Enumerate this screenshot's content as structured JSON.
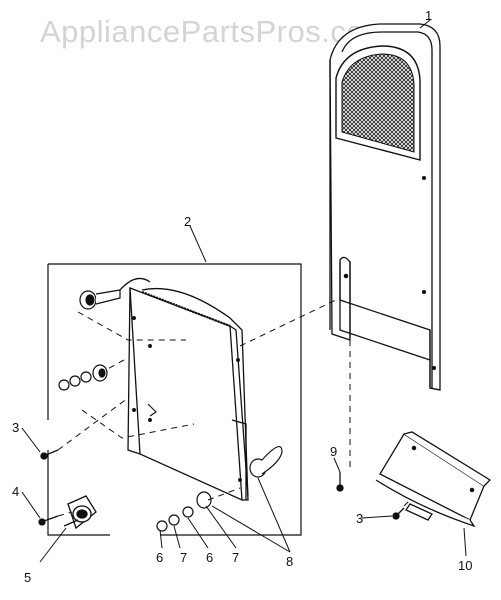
{
  "watermark": "AppliancePartsPros.com",
  "callouts": [
    {
      "id": "c1",
      "text": "1"
    },
    {
      "id": "c2",
      "text": "2"
    },
    {
      "id": "c3a",
      "text": "3"
    },
    {
      "id": "c3b",
      "text": "3"
    },
    {
      "id": "c4",
      "text": "4"
    },
    {
      "id": "c5",
      "text": "5"
    },
    {
      "id": "c6a",
      "text": "6"
    },
    {
      "id": "c6b",
      "text": "6"
    },
    {
      "id": "c7a",
      "text": "7"
    },
    {
      "id": "c7b",
      "text": "7"
    },
    {
      "id": "c8",
      "text": "8"
    },
    {
      "id": "c9",
      "text": "9"
    },
    {
      "id": "c10",
      "text": "10"
    }
  ],
  "colors": {
    "ink": "#111111",
    "watermark": "#d4d4d4",
    "background": "#ffffff"
  }
}
